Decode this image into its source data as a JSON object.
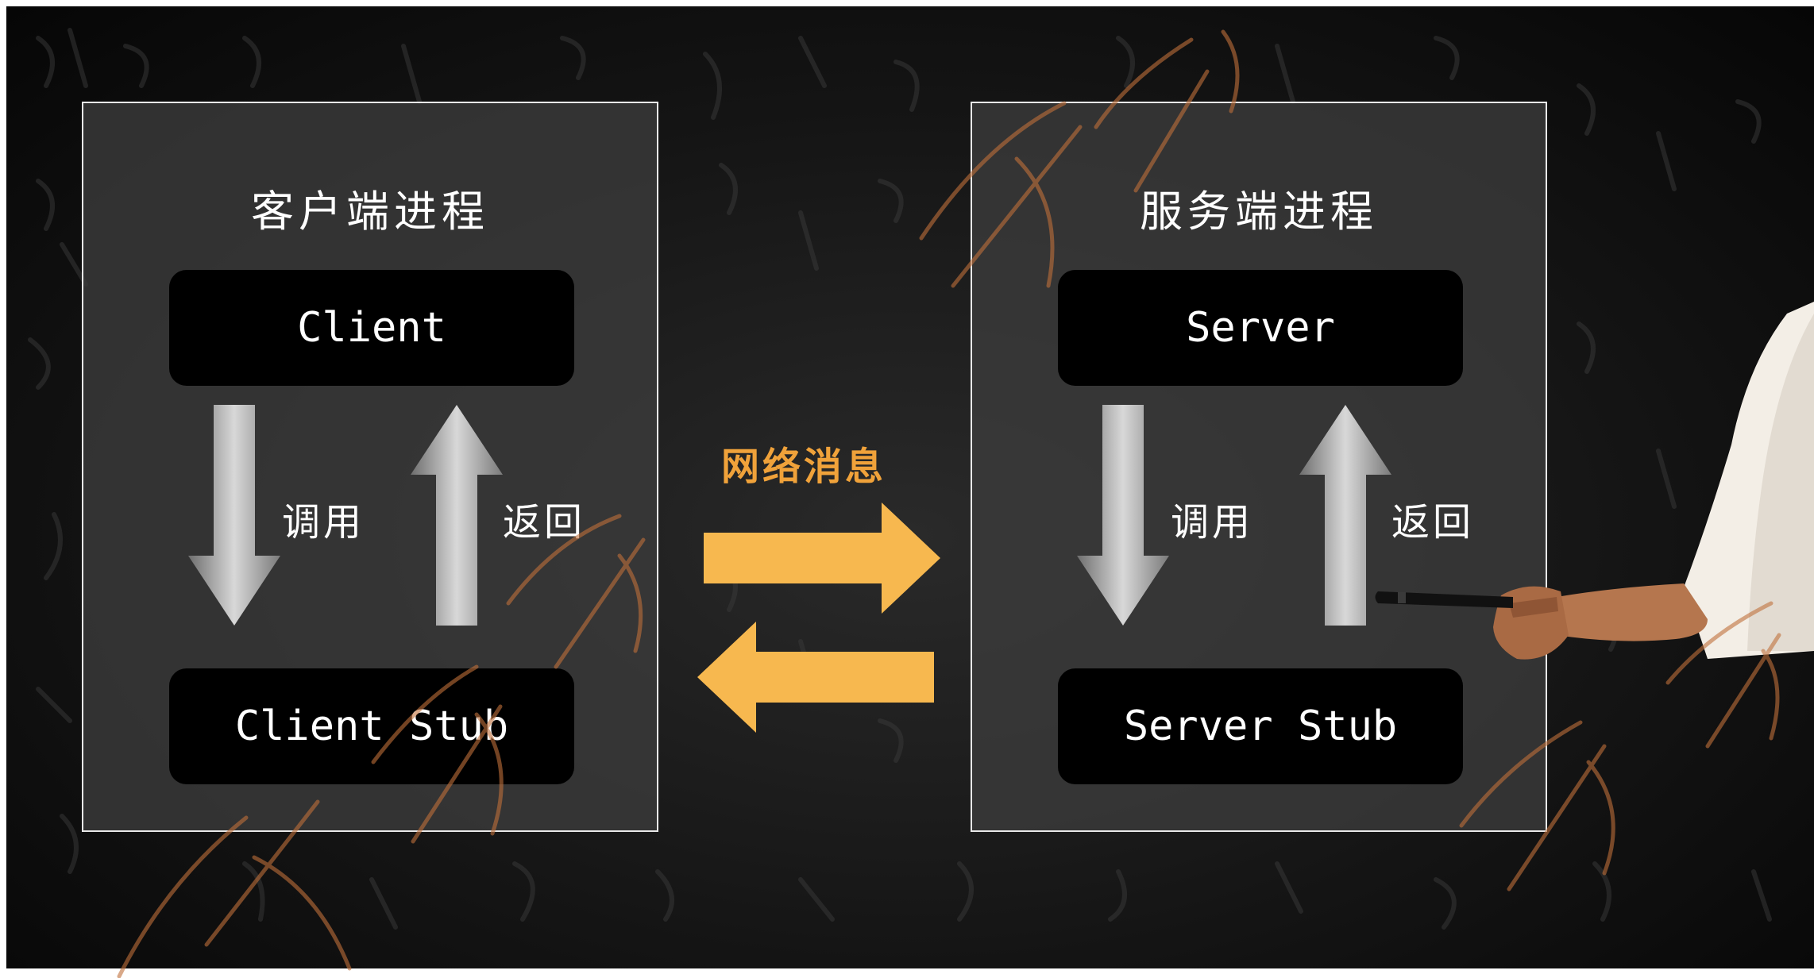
{
  "client_panel": {
    "title": "客户端进程",
    "top_box": "Client",
    "bottom_box": "Client Stub",
    "down_label": "调用",
    "up_label": "返回"
  },
  "server_panel": {
    "title": "服务端进程",
    "top_box": "Server",
    "bottom_box": "Server Stub",
    "down_label": "调用",
    "up_label": "返回"
  },
  "network": {
    "label": "网络消息"
  },
  "colors": {
    "accent": "#f0a23a",
    "arrow_fill": "#f7b84f",
    "watermark": "#c0703a"
  },
  "icons": {
    "down_arrow": "arrow-down-icon",
    "up_arrow": "arrow-up-icon",
    "right_arrow": "arrow-right-icon",
    "left_arrow": "arrow-left-icon"
  }
}
